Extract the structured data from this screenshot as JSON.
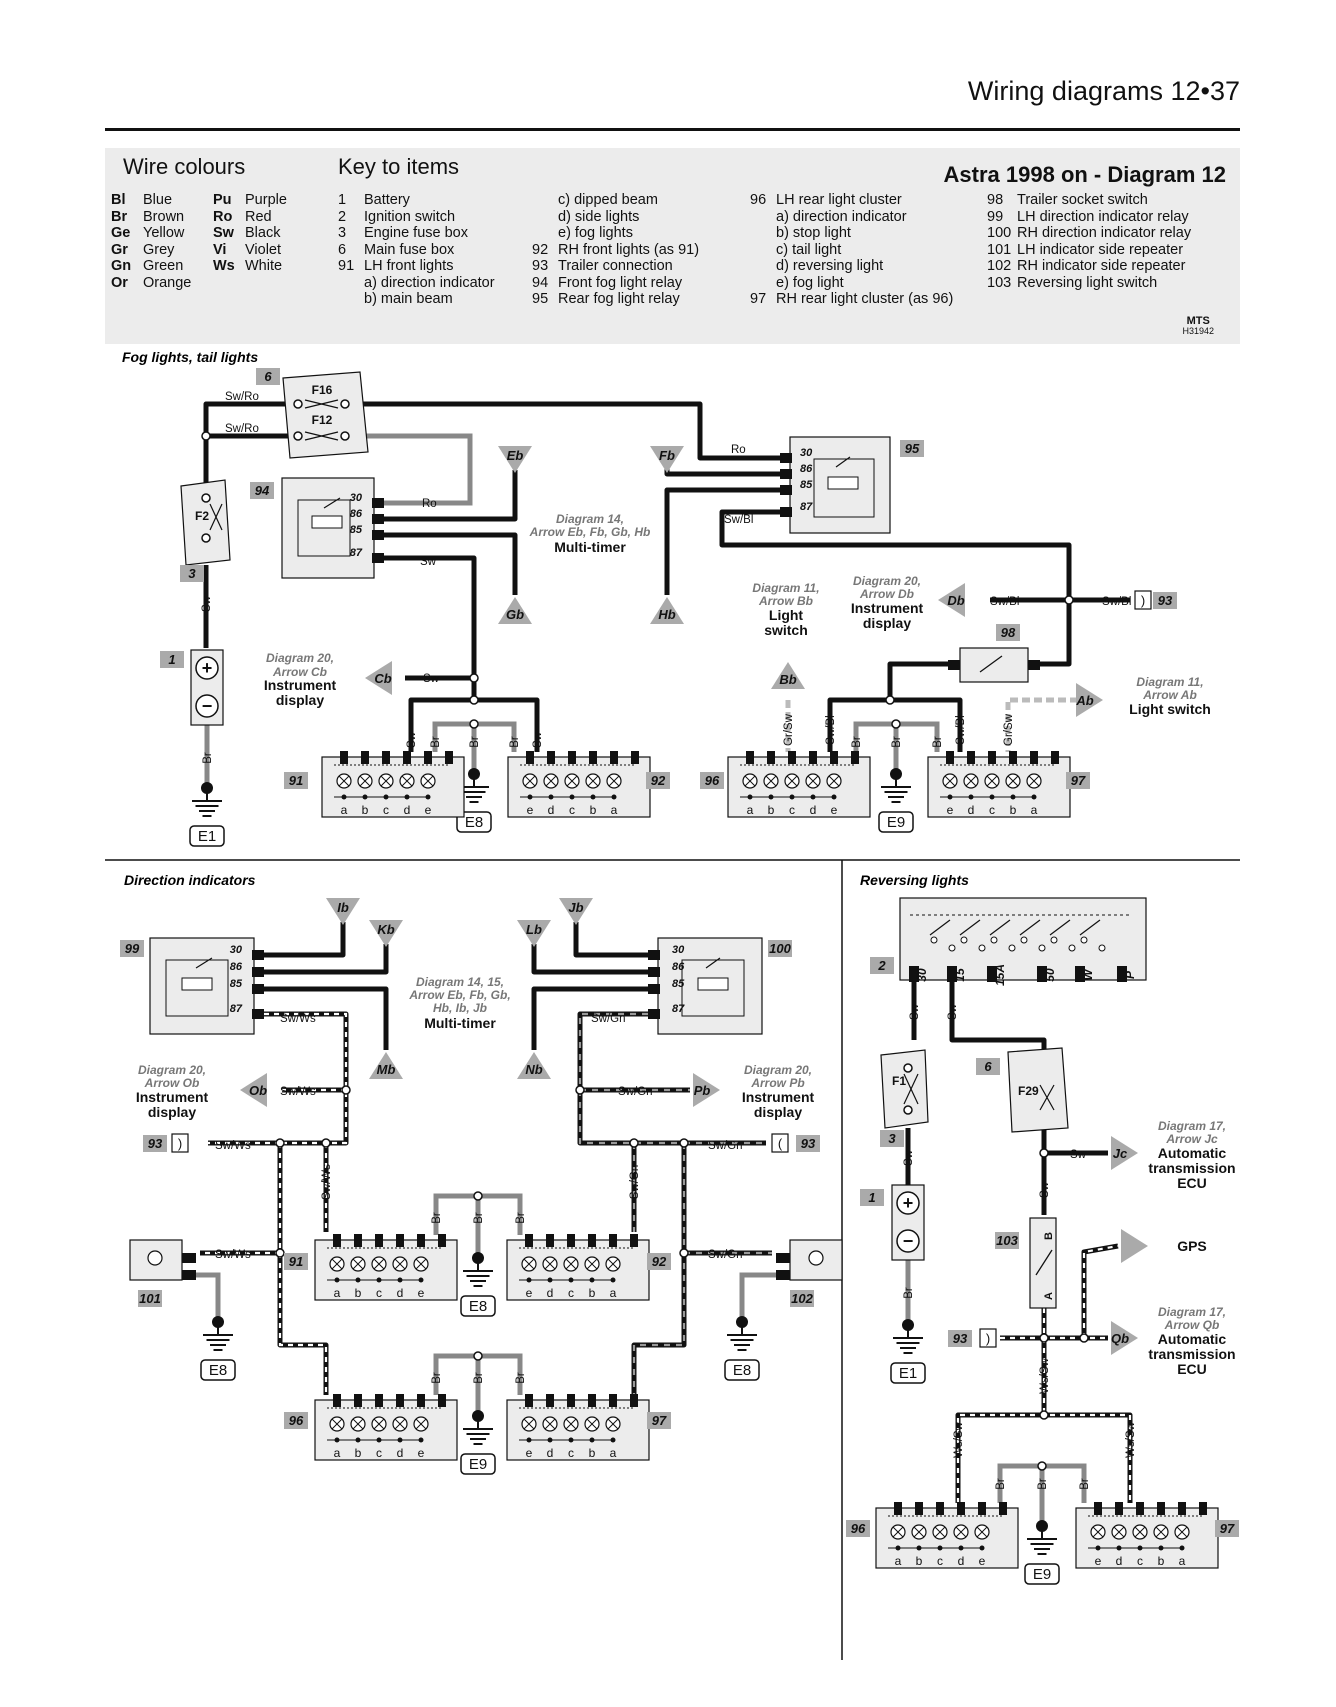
{
  "header": {
    "title": "Wiring diagrams  12•37"
  },
  "legend": {
    "wire_heading": "Wire colours",
    "key_heading": "Key to items",
    "diagram_title": "Astra 1998 on - Diagram 12",
    "mts": "MTS",
    "ref": "H31942",
    "wire_colours": [
      {
        "code": "Bl",
        "name": "Blue"
      },
      {
        "code": "Br",
        "name": "Brown"
      },
      {
        "code": "Ge",
        "name": "Yellow"
      },
      {
        "code": "Gr",
        "name": "Grey"
      },
      {
        "code": "Gn",
        "name": "Green"
      },
      {
        "code": "Or",
        "name": "Orange"
      },
      {
        "code": "Pu",
        "name": "Purple"
      },
      {
        "code": "Ro",
        "name": "Red"
      },
      {
        "code": "Sw",
        "name": "Black"
      },
      {
        "code": "Vi",
        "name": "Violet"
      },
      {
        "code": "Ws",
        "name": "White"
      }
    ],
    "key_col1": [
      {
        "n": "1",
        "t": "Battery"
      },
      {
        "n": "2",
        "t": "Ignition switch"
      },
      {
        "n": "3",
        "t": "Engine fuse box"
      },
      {
        "n": "6",
        "t": "Main fuse box"
      },
      {
        "n": "91",
        "t": "LH front lights"
      },
      {
        "n": "",
        "t": "a) direction indicator"
      },
      {
        "n": "",
        "t": "b) main beam"
      }
    ],
    "key_col2": [
      {
        "n": "",
        "t": "c) dipped beam"
      },
      {
        "n": "",
        "t": "d) side lights"
      },
      {
        "n": "",
        "t": "e) fog lights"
      },
      {
        "n": "92",
        "t": "RH front lights (as 91)"
      },
      {
        "n": "93",
        "t": "Trailer connection"
      },
      {
        "n": "94",
        "t": "Front fog light relay"
      },
      {
        "n": "95",
        "t": "Rear fog light relay"
      }
    ],
    "key_col3": [
      {
        "n": "96",
        "t": "LH rear light cluster"
      },
      {
        "n": "",
        "t": "a) direction indicator"
      },
      {
        "n": "",
        "t": "b) stop light"
      },
      {
        "n": "",
        "t": "c) tail light"
      },
      {
        "n": "",
        "t": "d) reversing light"
      },
      {
        "n": "",
        "t": "e) fog light"
      },
      {
        "n": "97",
        "t": "RH rear light cluster (as 96)"
      }
    ],
    "key_col4": [
      {
        "n": "98",
        "t": "Trailer socket switch"
      },
      {
        "n": "99",
        "t": "LH direction indicator relay"
      },
      {
        "n": "100",
        "t": "RH direction indicator relay"
      },
      {
        "n": "101",
        "t": "LH indicator side repeater"
      },
      {
        "n": "102",
        "t": "RH indicator side repeater"
      },
      {
        "n": "103",
        "t": "Reversing light switch"
      }
    ]
  },
  "sections": {
    "fog": "Fog lights, tail lights",
    "dir": "Direction indicators",
    "rev": "Reversing lights"
  },
  "labels": {
    "multi_timer": "Multi-timer",
    "instrument_display": "Instrument display",
    "light_switch": "Light switch",
    "automatic_ecu": "Automatic transmission ECU",
    "gps": "GPS",
    "d14_fog": [
      "Diagram 14,",
      "Arrow Eb, Fb, Gb, Hb"
    ],
    "d20_cb": [
      "Diagram 20,",
      "Arrow Cb"
    ],
    "d11_bb": [
      "Diagram 11,",
      "Arrow Bb"
    ],
    "d20_db": [
      "Diagram 20,",
      "Arrow Db"
    ],
    "d11_ab": [
      "Diagram 11,",
      "Arrow Ab"
    ],
    "d14_dir": [
      "Diagram 14, 15,",
      "Arrow Eb, Fb, Gb,",
      "Hb, Ib, Jb"
    ],
    "d20_ob": [
      "Diagram 20,",
      "Arrow Ob"
    ],
    "d20_pb": [
      "Diagram 20,",
      "Arrow Pb"
    ],
    "d17_jc": [
      "Diagram 17,",
      "Arrow Jc"
    ],
    "d17_qb": [
      "Diagram 17,",
      "Arrow Qb"
    ]
  },
  "colors": {
    "wire": "#111111",
    "earth_wire": "#888888",
    "panel": "#ececec",
    "tag": "#aaaaaa"
  }
}
